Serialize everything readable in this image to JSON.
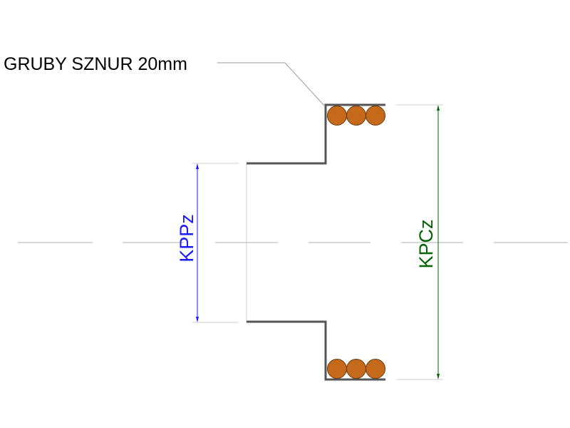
{
  "labels": {
    "leader": "GRUBY SZNUR 20mm",
    "inner_dim": "KPPz",
    "outer_dim": "KPCz"
  },
  "colors": {
    "profile": "#555555",
    "cord_fill": "#c46a1a",
    "cord_stroke": "#6b3a10",
    "inner_dim": "#1a1aff",
    "outer_dim": "#006400",
    "centerline": "#b0b0b0",
    "leader": "#9a9a9a"
  }
}
